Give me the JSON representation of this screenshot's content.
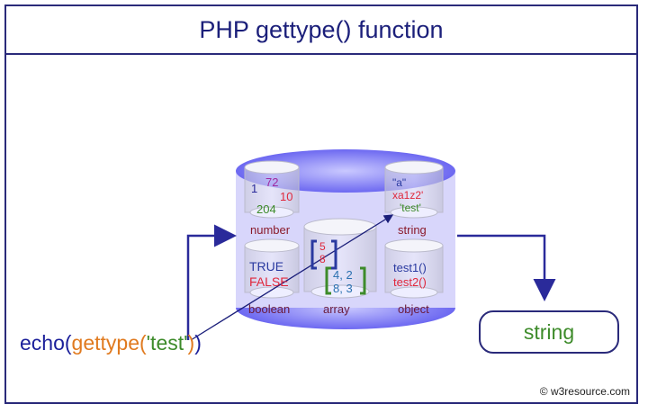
{
  "title": "PHP gettype() function",
  "types": {
    "number": {
      "label": "number",
      "values": [
        "1",
        "72",
        "10",
        "204"
      ]
    },
    "string": {
      "label": "string",
      "values": [
        "\"a\"",
        "xa1z2'",
        "'test'"
      ]
    },
    "boolean": {
      "label": "boolean",
      "values": [
        "TRUE",
        "FALSE"
      ]
    },
    "array": {
      "label": "array",
      "values": [
        "5",
        "8",
        "4, 2",
        "8, 3"
      ]
    },
    "object": {
      "label": "object",
      "values": [
        "test1()",
        "test2()"
      ]
    }
  },
  "code": {
    "echo": "echo(",
    "fn": "gettype(",
    "arg": "'test'",
    "close_inner": ")",
    "close_outer": ")"
  },
  "result": "string",
  "copyright": "© w3resource.com",
  "colors": {
    "navy": "#1b1f7a",
    "orange": "#e07a1f",
    "green": "#3d8b2a",
    "red": "#e0283c",
    "label": "#8a1a2a",
    "cylinder": "#6f6cf0"
  }
}
